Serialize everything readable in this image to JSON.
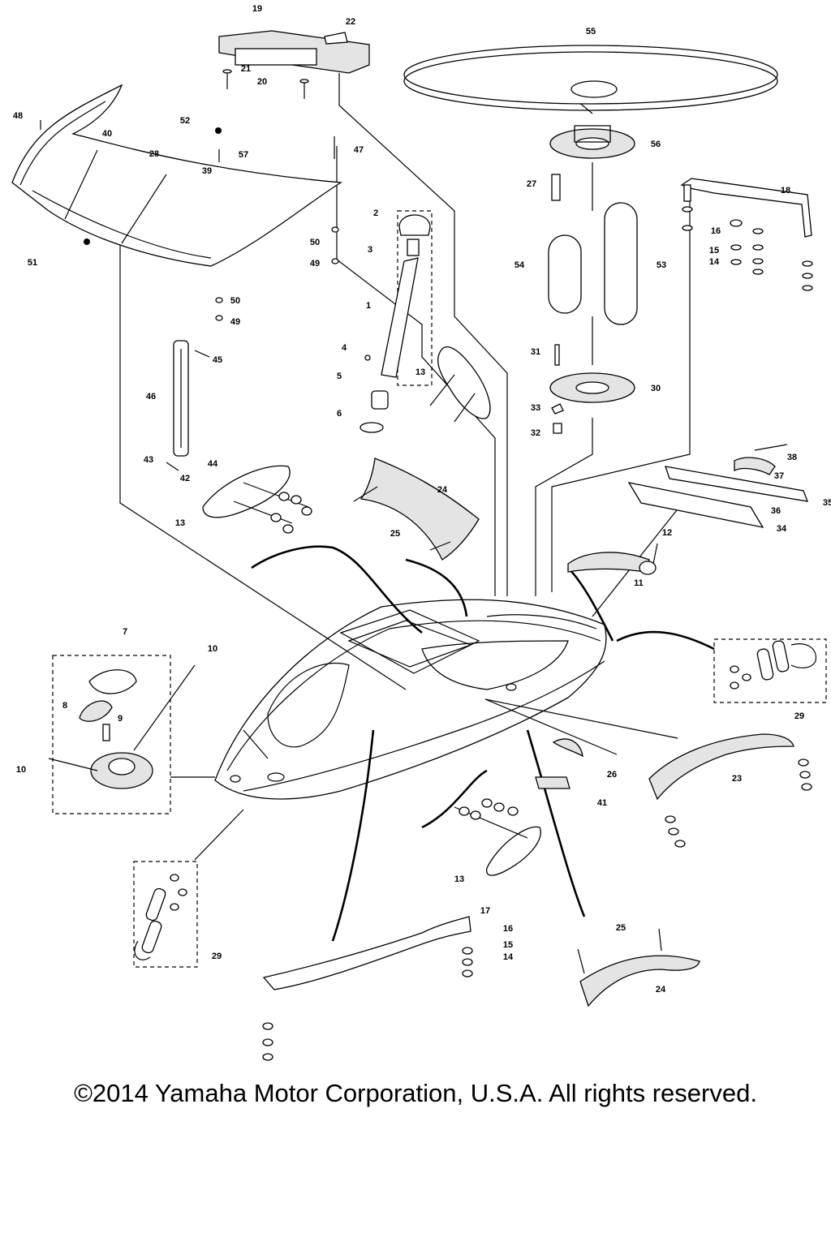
{
  "diagram": {
    "callouts": [
      "19",
      "22",
      "21",
      "20",
      "55",
      "48",
      "40",
      "52",
      "28",
      "57",
      "47",
      "39",
      "56",
      "27",
      "18",
      "2",
      "3",
      "50",
      "49",
      "16",
      "15",
      "14",
      "51",
      "54",
      "53",
      "1",
      "50",
      "49",
      "31",
      "30",
      "4",
      "45",
      "13",
      "5",
      "33",
      "32",
      "6",
      "46",
      "38",
      "37",
      "35",
      "43",
      "44",
      "42",
      "24",
      "36",
      "34",
      "13",
      "25",
      "12",
      "11",
      "7",
      "10",
      "29",
      "8",
      "9",
      "10",
      "26",
      "23",
      "41",
      "13",
      "29",
      "17",
      "16",
      "15",
      "14",
      "25",
      "24"
    ]
  },
  "copyright": "©2014 Yamaha Motor Corporation, U.S.A. All rights reserved."
}
